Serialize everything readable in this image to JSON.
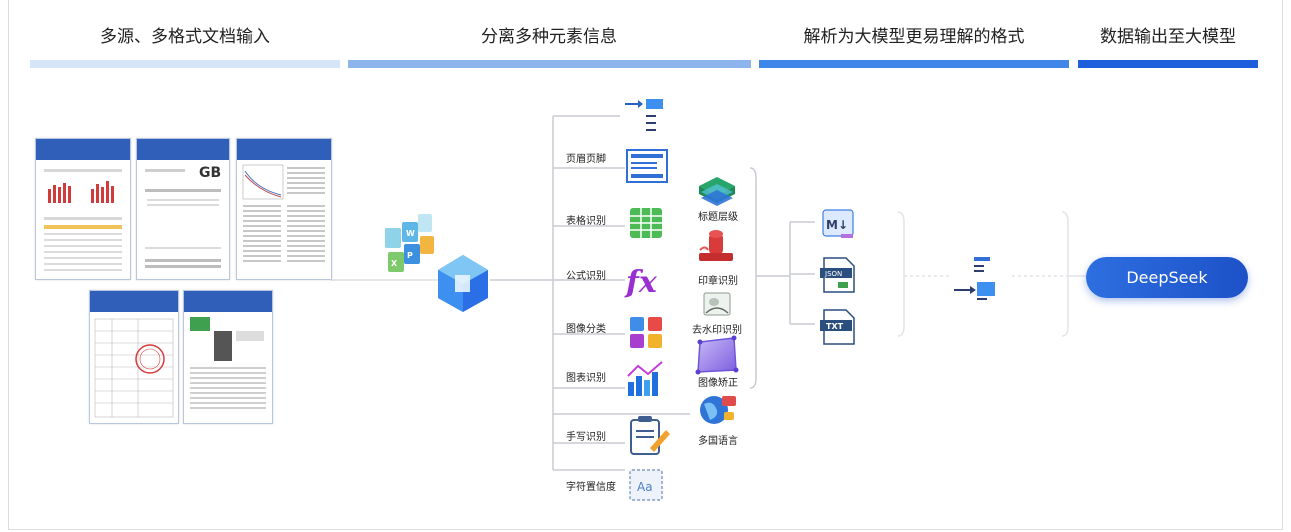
{
  "headers": [
    "多源、多格式文档输入",
    "分离多种元素信息",
    "解析为大模型更易理解的格式",
    "数据输出至大模型"
  ],
  "colors": {
    "bar1": "#d6e4f8",
    "bar2": "#8db4ec",
    "bar3": "#3f86e8",
    "bar4": "#1e5fdd",
    "accent": "#2d6fe0"
  },
  "left_labels": [
    "页眉页脚",
    "表格识别",
    "公式识别",
    "图像分类",
    "图表识别",
    "手写识别",
    "字符置信度"
  ],
  "right_labels": [
    "标题层级",
    "印章识别",
    "去水印识别",
    "图像矫正",
    "多国语言"
  ],
  "output_target": "DeepSeek",
  "formats": [
    "M↓",
    "JSON",
    "TXT"
  ],
  "icons": [
    "doc-stack-icon",
    "cube-engine-icon",
    "markdown-icon",
    "json-file-icon",
    "txt-file-icon",
    "merge-doc-icon"
  ]
}
